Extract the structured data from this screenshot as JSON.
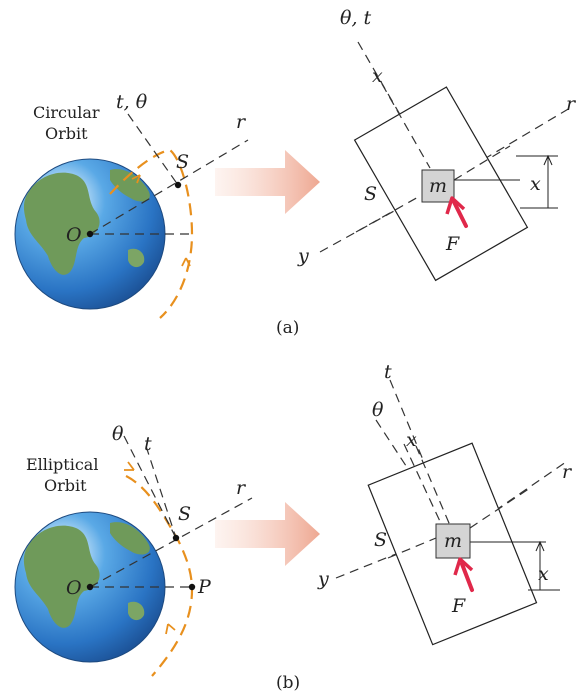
{
  "panel_a": {
    "caption": "(a)",
    "orbit_label_line1": "Circular",
    "orbit_label_line2": "Orbit",
    "left_t_theta": "t, θ",
    "left_S": "S",
    "left_r": "r",
    "left_O": "O",
    "fbd_theta_t": "θ, t",
    "fbd_x_top": "x",
    "fbd_r": "r",
    "fbd_S": "S",
    "fbd_m": "m",
    "fbd_x_dim": "x",
    "fbd_y": "y",
    "fbd_F": "F"
  },
  "panel_b": {
    "caption": "(b)",
    "orbit_label_line1": "Elliptical",
    "orbit_label_line2": "Orbit",
    "left_theta": "θ",
    "left_t": "t",
    "left_S": "S",
    "left_r": "r",
    "left_O": "O",
    "left_P": "P",
    "fbd_t": "t",
    "fbd_theta": "θ",
    "fbd_x_top": "x",
    "fbd_r": "r",
    "fbd_S": "S",
    "fbd_m": "m",
    "fbd_x_dim": "x",
    "fbd_y": "y",
    "fbd_F": "F"
  },
  "colors": {
    "orbit": "#e8901e",
    "force_arrow": "#e0284a",
    "ocean": "#3a8fd8",
    "land": "#6f9a5a",
    "transition_arrow": "#eeaf9c"
  },
  "icons": {
    "earth": "earth-globe-icon",
    "force": "force-arrow-icon",
    "transition": "block-arrow-icon"
  }
}
